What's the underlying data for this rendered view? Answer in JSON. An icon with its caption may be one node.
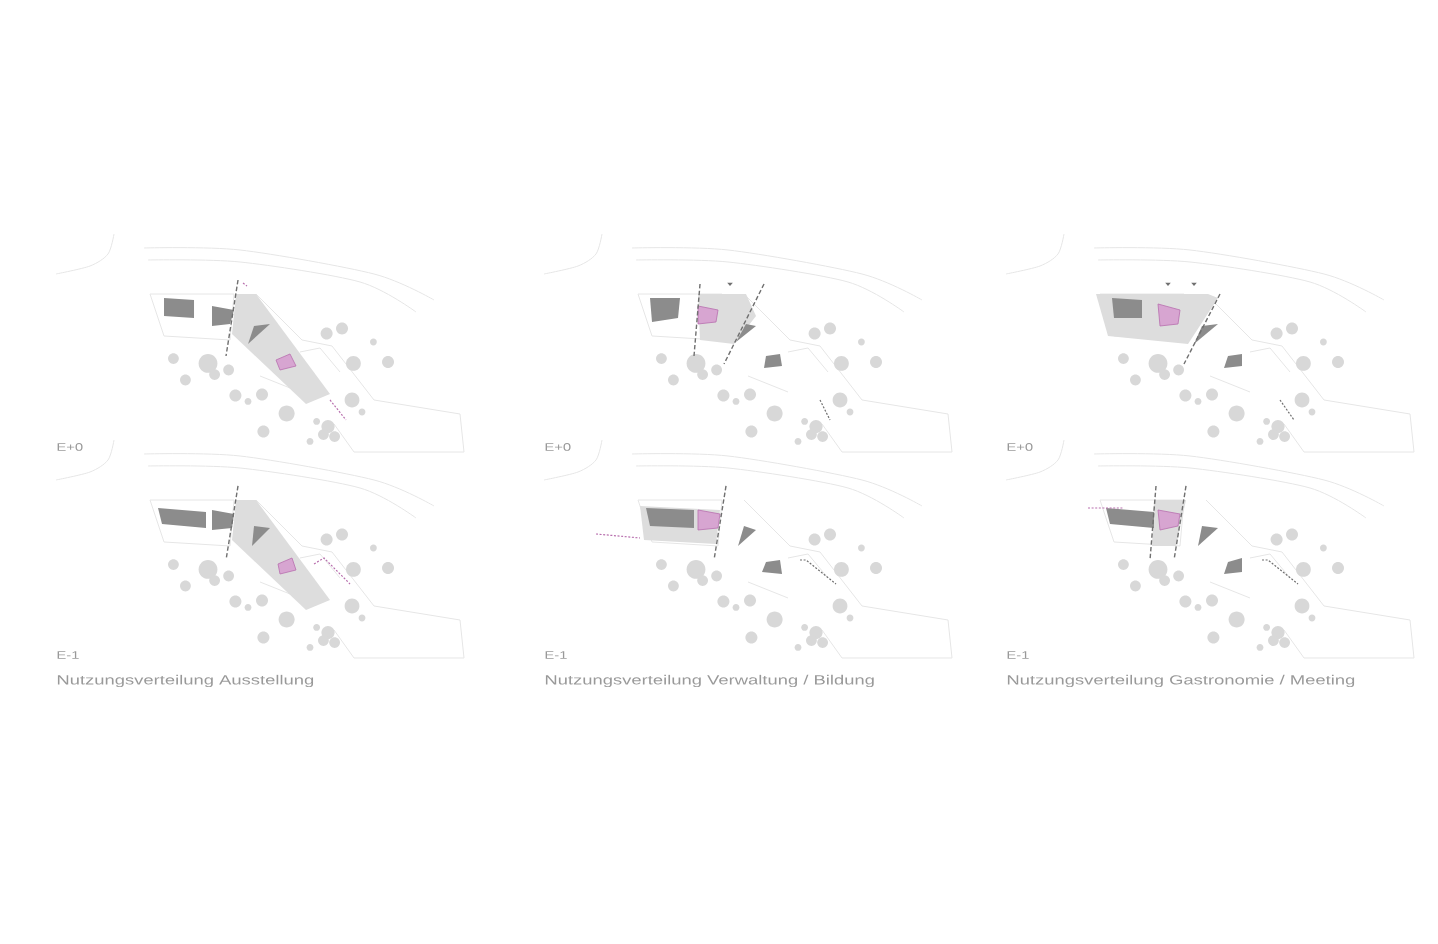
{
  "diagram": {
    "labels": [
      "E+0",
      "E+0",
      "E+0",
      "E-1",
      "E-1",
      "E-1",
      "Nutzungsverteilung Ausstellung",
      "Nutzungsverteilung Verwaltung / Bildung",
      "Nutzungsverteilung Gastronomie / Meeting"
    ]
  }
}
